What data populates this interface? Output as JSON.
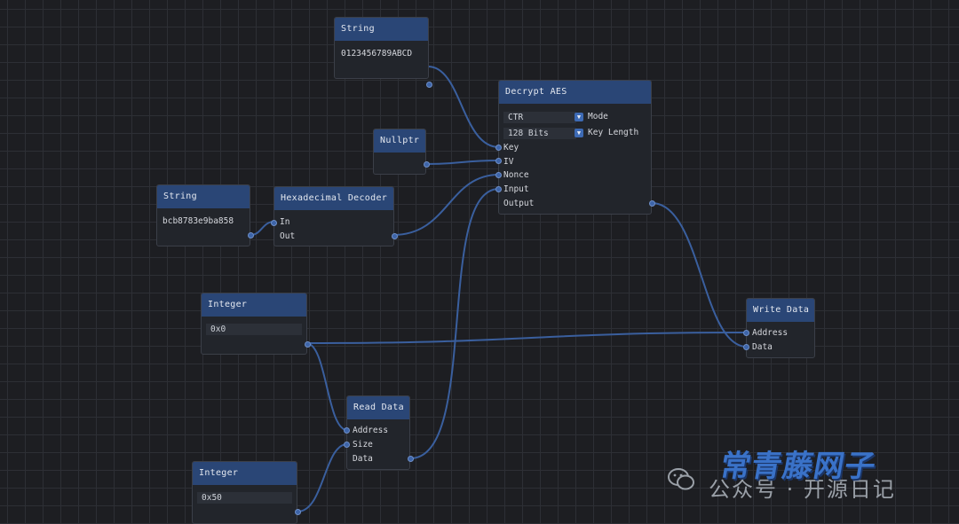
{
  "nodes": {
    "string_key": {
      "title": "String",
      "value": "0123456789ABCD"
    },
    "decrypt": {
      "title": "Decrypt AES",
      "mode_value": "CTR",
      "mode_label": "Mode",
      "keylen_value": "128 Bits",
      "keylen_label": "Key Length",
      "pins": [
        "Key",
        "IV",
        "Nonce",
        "Input",
        "Output"
      ]
    },
    "nullptr": {
      "title": "Nullptr"
    },
    "string_nonce": {
      "title": "String",
      "value": "bcb8783e9ba858"
    },
    "hexdec": {
      "title": "Hexadecimal Decoder",
      "in_label": "In",
      "out_label": "Out"
    },
    "integer_addr": {
      "title": "Integer",
      "value": "0x0"
    },
    "write_data": {
      "title": "Write Data",
      "address_label": "Address",
      "data_label": "Data"
    },
    "read_data": {
      "title": "Read Data",
      "address_label": "Address",
      "size_label": "Size",
      "data_label": "Data"
    },
    "integer_size": {
      "title": "Integer",
      "value": "0x50"
    }
  },
  "watermark": {
    "big": "常青藤网子",
    "small": "公众号 · 开源日记"
  },
  "colors": {
    "canvas": "#1d1e22",
    "grid": "#2d2f35",
    "node_header": "#2a4676",
    "wire": "#3a5f9e"
  }
}
